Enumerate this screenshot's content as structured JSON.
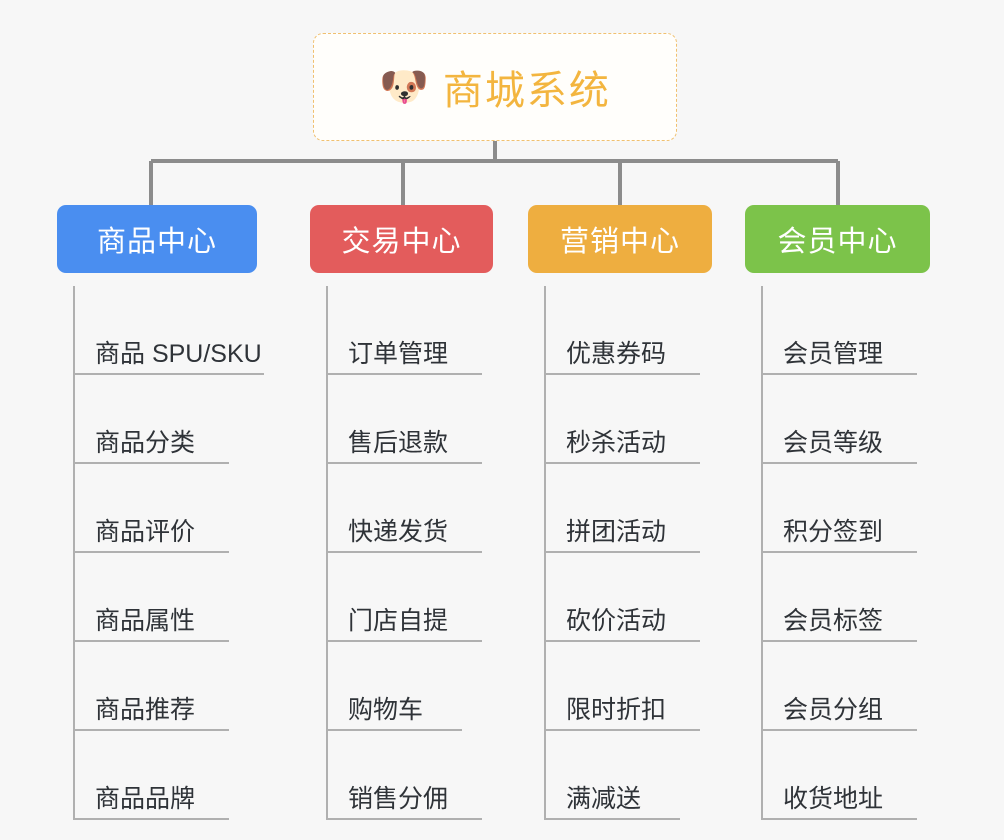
{
  "diagram": {
    "type": "org-chart",
    "background_color": "#f7f7f7",
    "root": {
      "icon": "dog-face-emoji",
      "icon_glyph": "🐶",
      "title": "商城系统",
      "text_color": "#f3b53f",
      "border_color": "#f0c070",
      "border_style": "dashed",
      "background_color": "#fffefb"
    },
    "connector_color": "#8c8c8c",
    "leaf_line_color": "#b0b0b0",
    "branches": [
      {
        "id": "product-center",
        "label": "商品中心",
        "color": "#4a8ef0",
        "items": [
          "商品 SPU/SKU",
          "商品分类",
          "商品评价",
          "商品属性",
          "商品推荐",
          "商品品牌"
        ]
      },
      {
        "id": "trade-center",
        "label": "交易中心",
        "color": "#e35c5c",
        "items": [
          "订单管理",
          "售后退款",
          "快递发货",
          "门店自提",
          "购物车",
          "销售分佣"
        ]
      },
      {
        "id": "marketing-center",
        "label": "营销中心",
        "color": "#eeae40",
        "items": [
          "优惠券码",
          "秒杀活动",
          "拼团活动",
          "砍价活动",
          "限时折扣",
          "满减送"
        ]
      },
      {
        "id": "member-center",
        "label": "会员中心",
        "color": "#7cc34a",
        "items": [
          "会员管理",
          "会员等级",
          "积分签到",
          "会员标签",
          "会员分组",
          "收货地址"
        ]
      }
    ]
  }
}
